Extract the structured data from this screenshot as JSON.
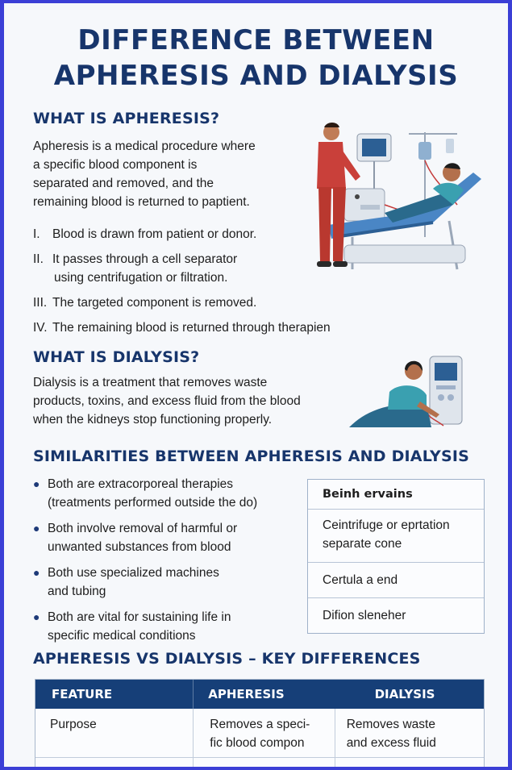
{
  "title": {
    "line1": "DIFFERENCE BETWEEN",
    "line2": "APHERESIS AND DIALYSIS"
  },
  "apheresis": {
    "heading": "WHAT IS APHERESIS?",
    "lines": [
      "Apheresis is a medical procedure where",
      "a specific blood component is",
      "separated and removed, and the",
      "remaining blood is returned to paptient."
    ],
    "steps": [
      {
        "num": "I.",
        "lines": [
          "Blood is drawn from patient or donor."
        ]
      },
      {
        "num": "II.",
        "lines": [
          "It passes through a cell separator",
          "using centrifugation or filtration."
        ]
      },
      {
        "num": "III.",
        "lines": [
          "The targeted component is removed."
        ]
      },
      {
        "num": "IV.",
        "lines": [
          "The remaining blood is returned through therapien"
        ]
      }
    ]
  },
  "dialysis": {
    "heading": "WHAT IS DIALYSIS?",
    "lines": [
      "Dialysis is a treatment that removes waste",
      "products, toxins, and excess fluid from the blood",
      "when the kidneys stop functioning properly."
    ]
  },
  "similarities": {
    "heading": "SIMILARITIES BETWEEN APHERESIS AND DIALYSIS",
    "bullets": [
      [
        "Both are extracorporeal therapies",
        "(treatments performed outside the do)"
      ],
      [
        "Both involve removal of harmful or",
        "unwanted substances from blood"
      ],
      [
        "Both use specialized machines",
        "and tubing"
      ],
      [
        "Both are vital for sustaining life in",
        "specific medical conditions"
      ]
    ],
    "box": [
      [
        "Beinh ervains"
      ],
      [
        "Ceintrifuge or eprtation",
        "separate cone"
      ],
      [
        "Certula a end"
      ],
      [
        "Difion sleneher"
      ]
    ]
  },
  "differences": {
    "heading": "APHERESIS VS DIALYSIS – KEY DIFFERENCES",
    "columns": [
      "FEATURE",
      "APHERESIS",
      "DIALYSIS"
    ],
    "rows": [
      {
        "feature": "Purpose",
        "apheresis": [
          "Removes a speci-",
          "fic blood compon"
        ],
        "dialysis": [
          "Removes waste",
          "and excess fluid"
        ]
      }
    ]
  },
  "colors": {
    "frame": "#3b3fd6",
    "heading": "#17356b",
    "table_header": "#163f78",
    "background": "#f6f8fb"
  }
}
